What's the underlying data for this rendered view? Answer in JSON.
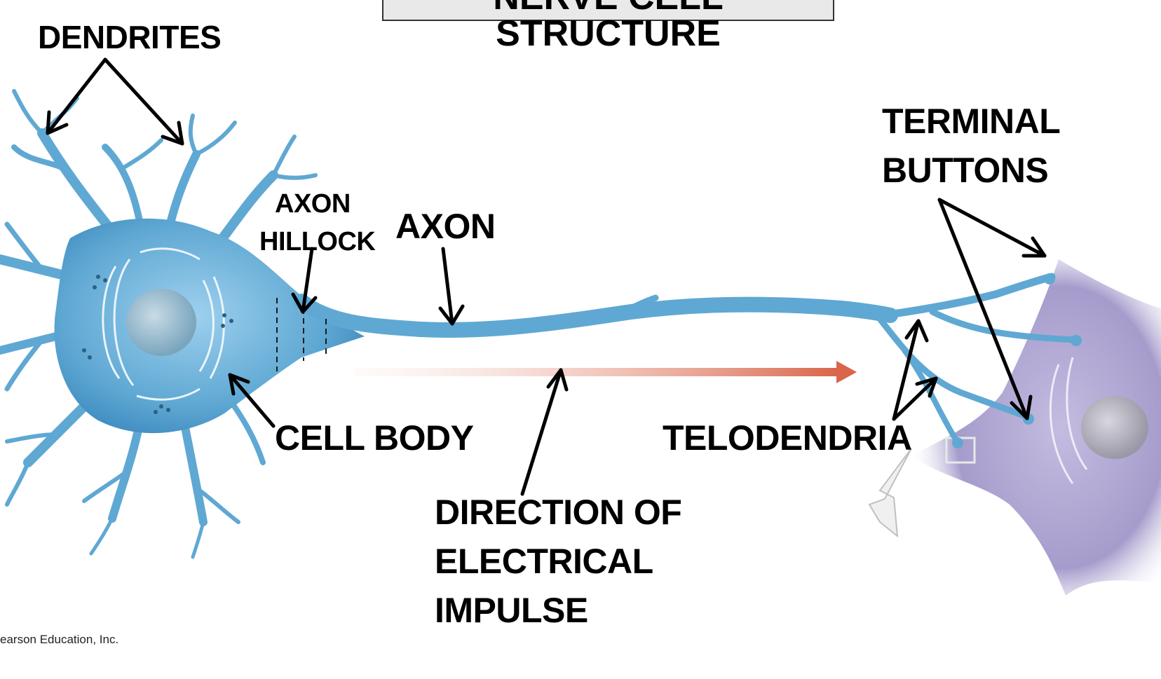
{
  "title": "NERVE CELL STRUCTURE",
  "labels": {
    "dendrites": "DENDRITES",
    "axon_hillock": [
      "AXON",
      "HILLOCK"
    ],
    "axon": "AXON",
    "cell_body": "CELL BODY",
    "direction": [
      "DIRECTION OF",
      "ELECTRICAL",
      "IMPULSE"
    ],
    "terminal_buttons": [
      "TERMINAL",
      "BUTTONS"
    ],
    "telodendria": "TELODENDRIA"
  },
  "credit": "earson Education, Inc.",
  "colors": {
    "neuron": "#5fa8d3",
    "neuron_dark": "#3b86b8",
    "target_cell": "#a69ccc",
    "impulse_arrow": "#d9654a",
    "arrows": "#000000"
  }
}
